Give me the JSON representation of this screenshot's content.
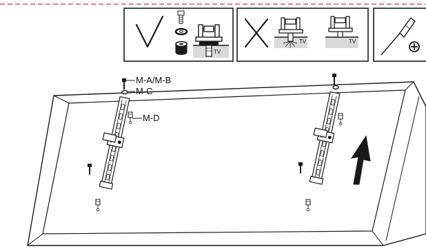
{
  "instruction_panels": {
    "correct": {
      "mark": "check-mark",
      "tv_label": "TV"
    },
    "incorrect": {
      "mark": "cross-mark",
      "tv_labels": [
        "TV",
        "TV"
      ]
    },
    "tool": {
      "icon": "phillips-screwdriver-icon",
      "symbol": "⊕"
    }
  },
  "parts": {
    "bolt_label": "M-A/M-B",
    "washer_label": "M-C",
    "spacer_label": "M-D"
  },
  "direction": {
    "icon": "up-arrow-icon"
  },
  "colors": {
    "line": "#1a1a1a",
    "gray_fill": "#d9d9d9",
    "dashed_border": "#e03030"
  }
}
